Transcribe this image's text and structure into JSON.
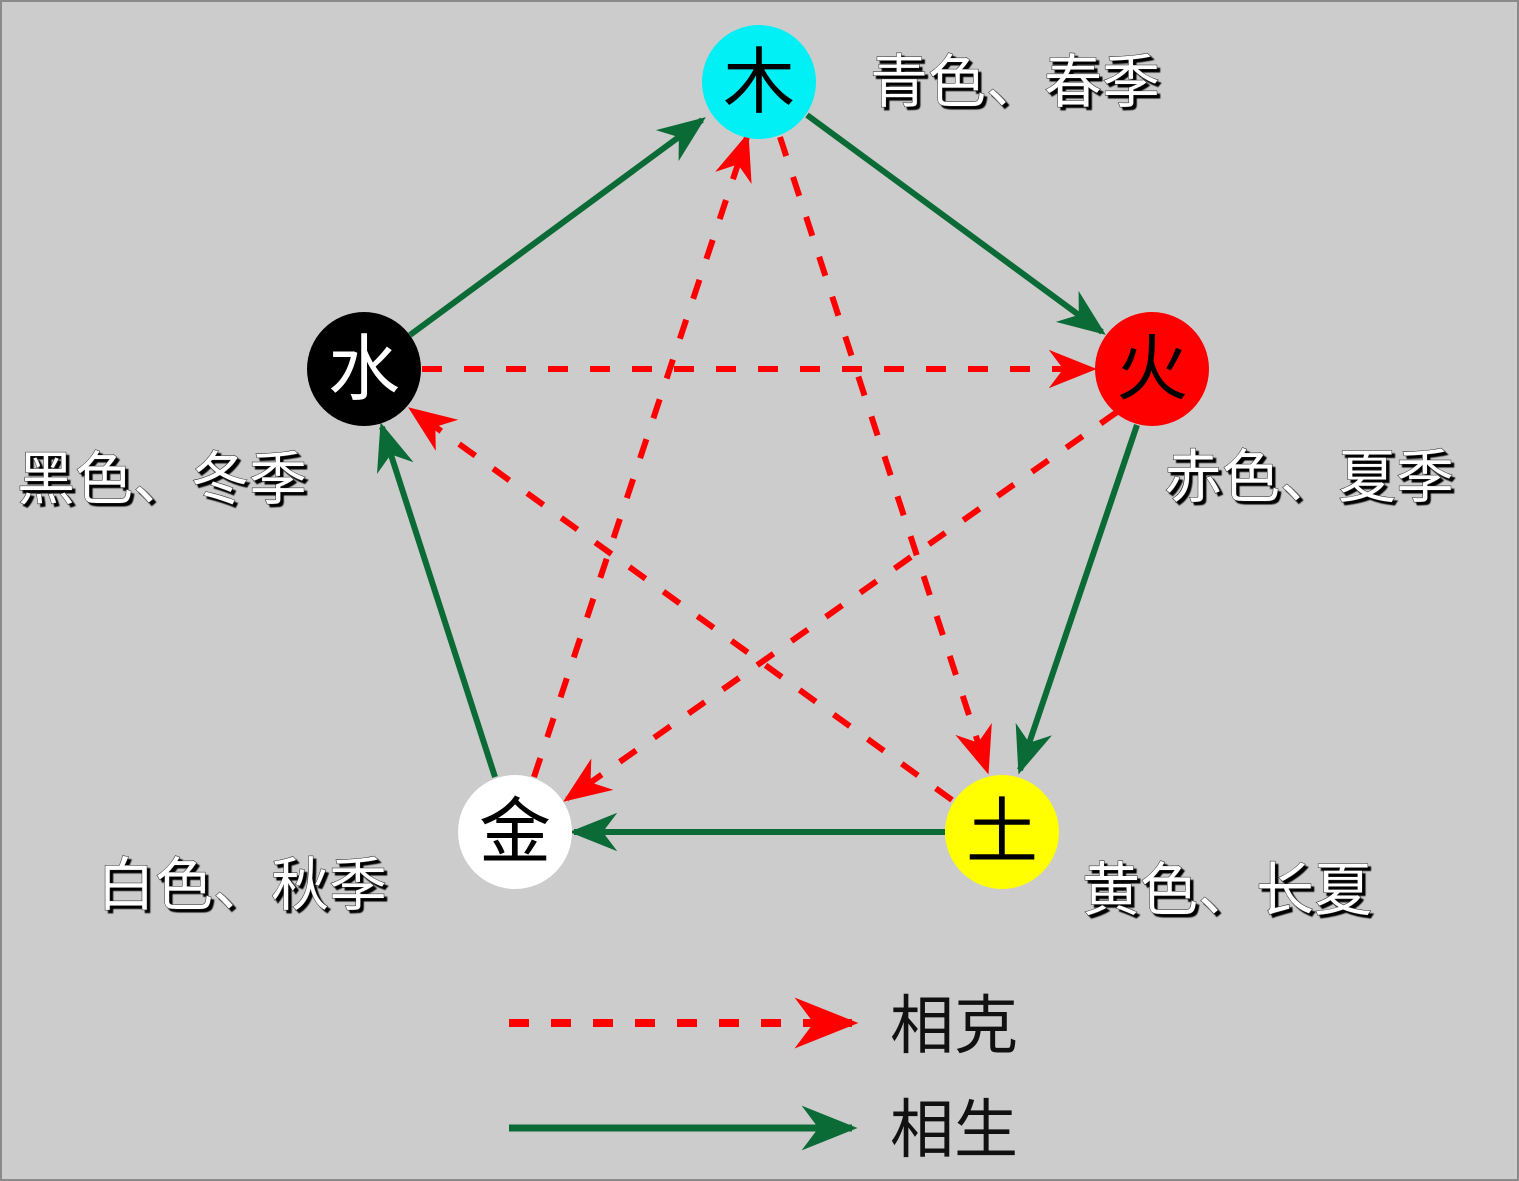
{
  "elements": {
    "wood": {
      "char": "木",
      "label": "青色、春季",
      "color": "#00f0f5"
    },
    "fire": {
      "char": "火",
      "label": "赤色、夏季",
      "color": "#ff0000"
    },
    "earth": {
      "char": "土",
      "label": "黄色、长夏",
      "color": "#ffff00"
    },
    "metal": {
      "char": "金",
      "label": "白色、秋季",
      "color": "#ffffff"
    },
    "water": {
      "char": "水",
      "label": "黑色、冬季",
      "color": "#000000"
    }
  },
  "legend": {
    "overcoming": "相克",
    "generating": "相生"
  },
  "colors": {
    "generating": "#0a6b36",
    "overcoming": "#ff0000",
    "background": "#cccccc"
  }
}
